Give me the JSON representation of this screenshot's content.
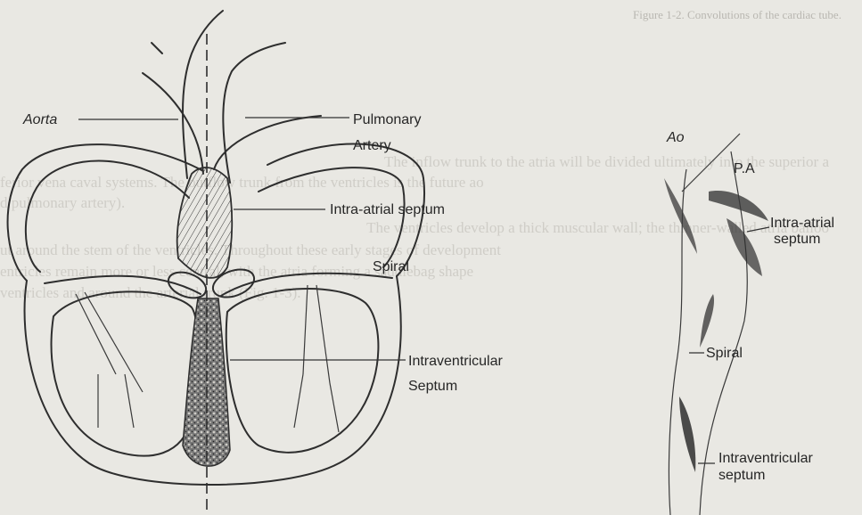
{
  "caption": "Figure 1-2.   Convolutions of the cardiac tube.",
  "left_diagram": {
    "aorta": "Aorta",
    "pulmonary_artery_line1": "Pulmonary",
    "pulmonary_artery_line2": "Artery",
    "intra_atrial_septum": "Intra-atrial septum",
    "spiral": "Spiral",
    "intraventricular_septum_line1": "Intraventricular",
    "intraventricular_septum_line2": "Septum"
  },
  "right_diagram": {
    "aorta_abbrev": "Ao",
    "pulmonary_abbrev": "P.A",
    "intra_atrial_line1": "Intra-atrial",
    "intra_atrial_line2": "septum",
    "spiral": "Spiral",
    "intraventricular_line1": "Intraventricular",
    "intraventricular_line2": "septum"
  },
  "bleed_through_text": [
    "The inflow trunk to the atria will be divided ultimately into the superior a",
    "ferior vena caval systems. The outflow trunk from the ventricles is the future ao",
    "d pulmonary artery).",
    "The ventricles develop a thick muscular wall; the thinner-walled atria balloo",
    "ut around the stem of the ventricles. Throughout these early stages of development",
    "entricles remain more or less central, with the atria forming a saddlebag shape",
    "ventricles and around the arterial trunk (Fig. 1-3)."
  ]
}
